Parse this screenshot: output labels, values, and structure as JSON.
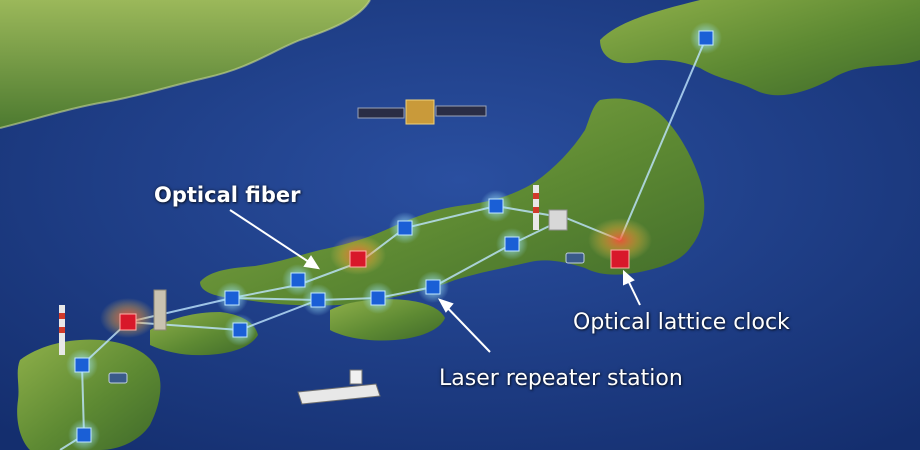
{
  "labels": {
    "optical_fiber": "Optical fiber",
    "laser_repeater_station": "Laser repeater station",
    "optical_lattice_clock": "Optical lattice clock"
  },
  "colors": {
    "sea": "#1f3f8a",
    "land": "#6f9a3c",
    "fiber_link": "#bfe6ff",
    "repeater_station": "#1a5fd6",
    "clock": "#d8182a",
    "label_text": "#ffffff"
  },
  "icons": [
    "satellite-icon",
    "ship-icon",
    "radio-tower-icon",
    "repeater-station-icon",
    "optical-clock-icon"
  ]
}
